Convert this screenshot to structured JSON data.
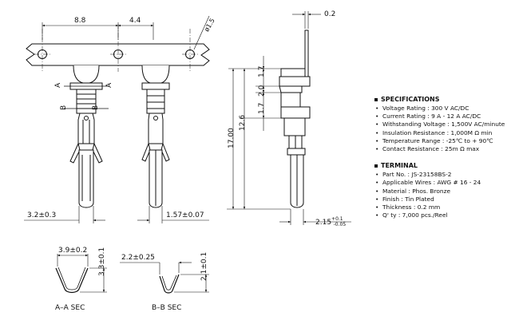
{
  "dimensions": {
    "pitch": "8.8",
    "offset": "4.4",
    "hole_dia": "ø1.5",
    "stock_width": "0.2",
    "width_left": "3.2±0.3",
    "width_right": "1.57±0.07",
    "height_17": "1.7",
    "height_20": "2.0",
    "height_17b": "1.7",
    "height_126": "12.6",
    "total_length": "17.00",
    "end_width_base": "2.15",
    "end_width_plus": "+0.1",
    "end_width_minus": "-0.05",
    "sec_a_width": "3.9±0.2",
    "sec_a_height": "3.3±0.1",
    "sec_b_width": "2.2±0.25",
    "sec_b_height": "2.1±0.1"
  },
  "labels": {
    "section_a_top": "A",
    "section_a_bottom": "A",
    "section_b_left": "B",
    "section_b_right": "B",
    "sec_a_caption": "A–A  SEC",
    "sec_b_caption": "B–B  SEC"
  },
  "specifications": {
    "title": "SPECIFICATIONS",
    "items": [
      "Voltage Rating : 300 V AC/DC",
      "Current Rating : 9 A - 12 A AC/DC",
      "Withstanding Voltage : 1,500V AC/minute",
      "Insulation Resistance : 1,000M Ω min",
      "Temperature Range : -25℃ to + 90℃",
      "Contact Resistance : 25m Ω max"
    ]
  },
  "terminal": {
    "title": "TERMINAL",
    "items": [
      "Part No. : JS-23158BS-2",
      "Applicable Wires : AWG # 16 - 24",
      "Material : Phos. Bronze",
      "Finish : Tin Plated",
      "Thickness : 0.2 mm",
      "Q' ty : 7,000 pcs./Reel"
    ]
  }
}
